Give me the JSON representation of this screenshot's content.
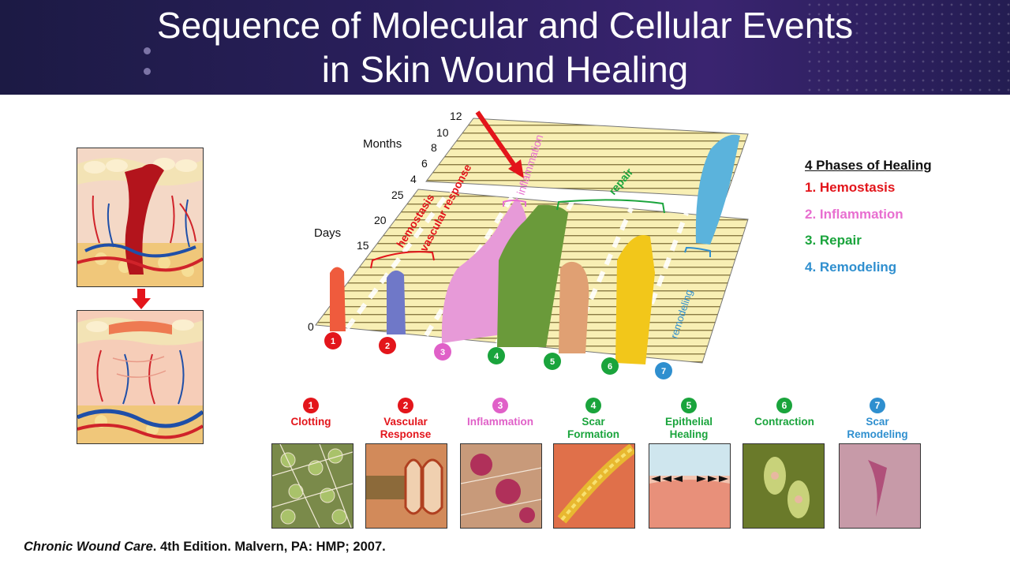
{
  "header": {
    "title_line1": "Sequence of Molecular and Cellular Events",
    "title_line2": "in Skin Wound Healing"
  },
  "timeline": {
    "months_label": "Months",
    "days_label": "Days",
    "month_ticks": [
      "12",
      "10",
      "8",
      "6",
      "4"
    ],
    "day_ticks": [
      "25",
      "20",
      "15",
      "0"
    ],
    "labels": {
      "hemostasis": "hemostasis",
      "vascular": "vascular response",
      "inflammation": "inflammation",
      "repair": "repair",
      "remodeling": "remodeling"
    },
    "markers": [
      "1",
      "2",
      "3",
      "4",
      "5",
      "6",
      "7"
    ]
  },
  "phases": {
    "title": "4 Phases of Healing",
    "items": [
      {
        "label": "1.  Hemostasis",
        "color": "#e3151b"
      },
      {
        "label": "2.  Inflammation",
        "color": "#e86fd0"
      },
      {
        "label": "3.  Repair",
        "color": "#1aa43c"
      },
      {
        "label": "4.  Remodeling",
        "color": "#2f8fcf"
      }
    ]
  },
  "events": [
    {
      "num": "1",
      "line1": "Clotting",
      "line2": "",
      "color": "#e3151b"
    },
    {
      "num": "2",
      "line1": "Vascular",
      "line2": "Response",
      "color": "#e3151b"
    },
    {
      "num": "3",
      "line1": "Inflammation",
      "line2": "",
      "color": "#e060c8"
    },
    {
      "num": "4",
      "line1": "Scar",
      "line2": "Formation",
      "color": "#1aa43c"
    },
    {
      "num": "5",
      "line1": "Epithelial",
      "line2": "Healing",
      "color": "#1aa43c"
    },
    {
      "num": "6",
      "line1": "Contraction",
      "line2": "",
      "color": "#1aa43c"
    },
    {
      "num": "7",
      "line1": "Scar",
      "line2": "Remodeling",
      "color": "#2f8fcf"
    }
  ],
  "citation": {
    "italic": "Chronic Wound Care",
    "rest": ". 4th Edition. Malvern, PA: HMP; 2007."
  },
  "colors": {
    "hemostasis": "#e3151b",
    "inflammation": "#e86fd0",
    "repair": "#1aa43c",
    "remodeling": "#2f8fcf",
    "header": "#2a1f5c"
  }
}
